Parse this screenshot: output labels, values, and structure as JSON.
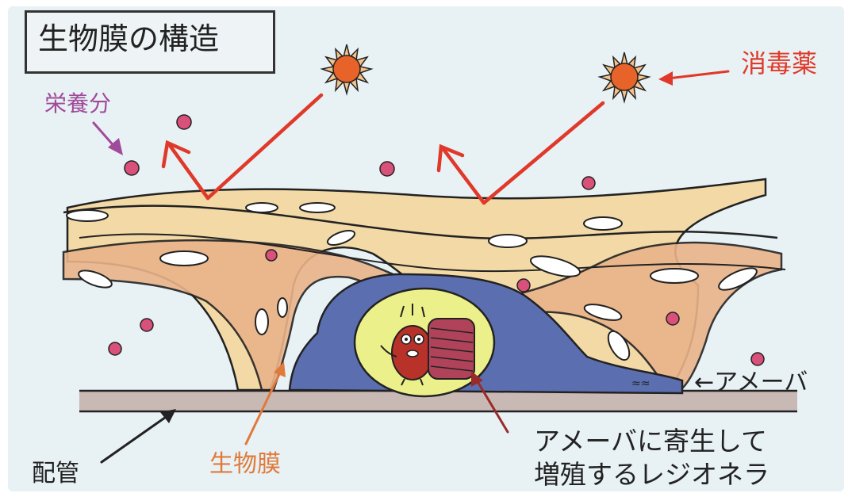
{
  "title": "生物膜の構造",
  "labels": {
    "nutrient": "栄養分",
    "disinfectant": "消毒薬",
    "amoeba": "←アメーバ",
    "pipe": "配管",
    "biofilm": "生物膜",
    "legionella_line1": "アメーバに寄生して",
    "legionella_line2": "増殖するレジオネラ"
  },
  "colors": {
    "background": "#e8f1f4",
    "biofilm_tan": "#f2d9a6",
    "biofilm_salmon": "#eab48a",
    "amoeba_blue": "#5b6fb0",
    "vacuole_yellow": "#ecf08a",
    "bacterium_red": "#b8322a",
    "arrow_red": "#e0392a",
    "nutrient_dot": "#d9507a",
    "pipe_gray": "#c9b9b4"
  }
}
